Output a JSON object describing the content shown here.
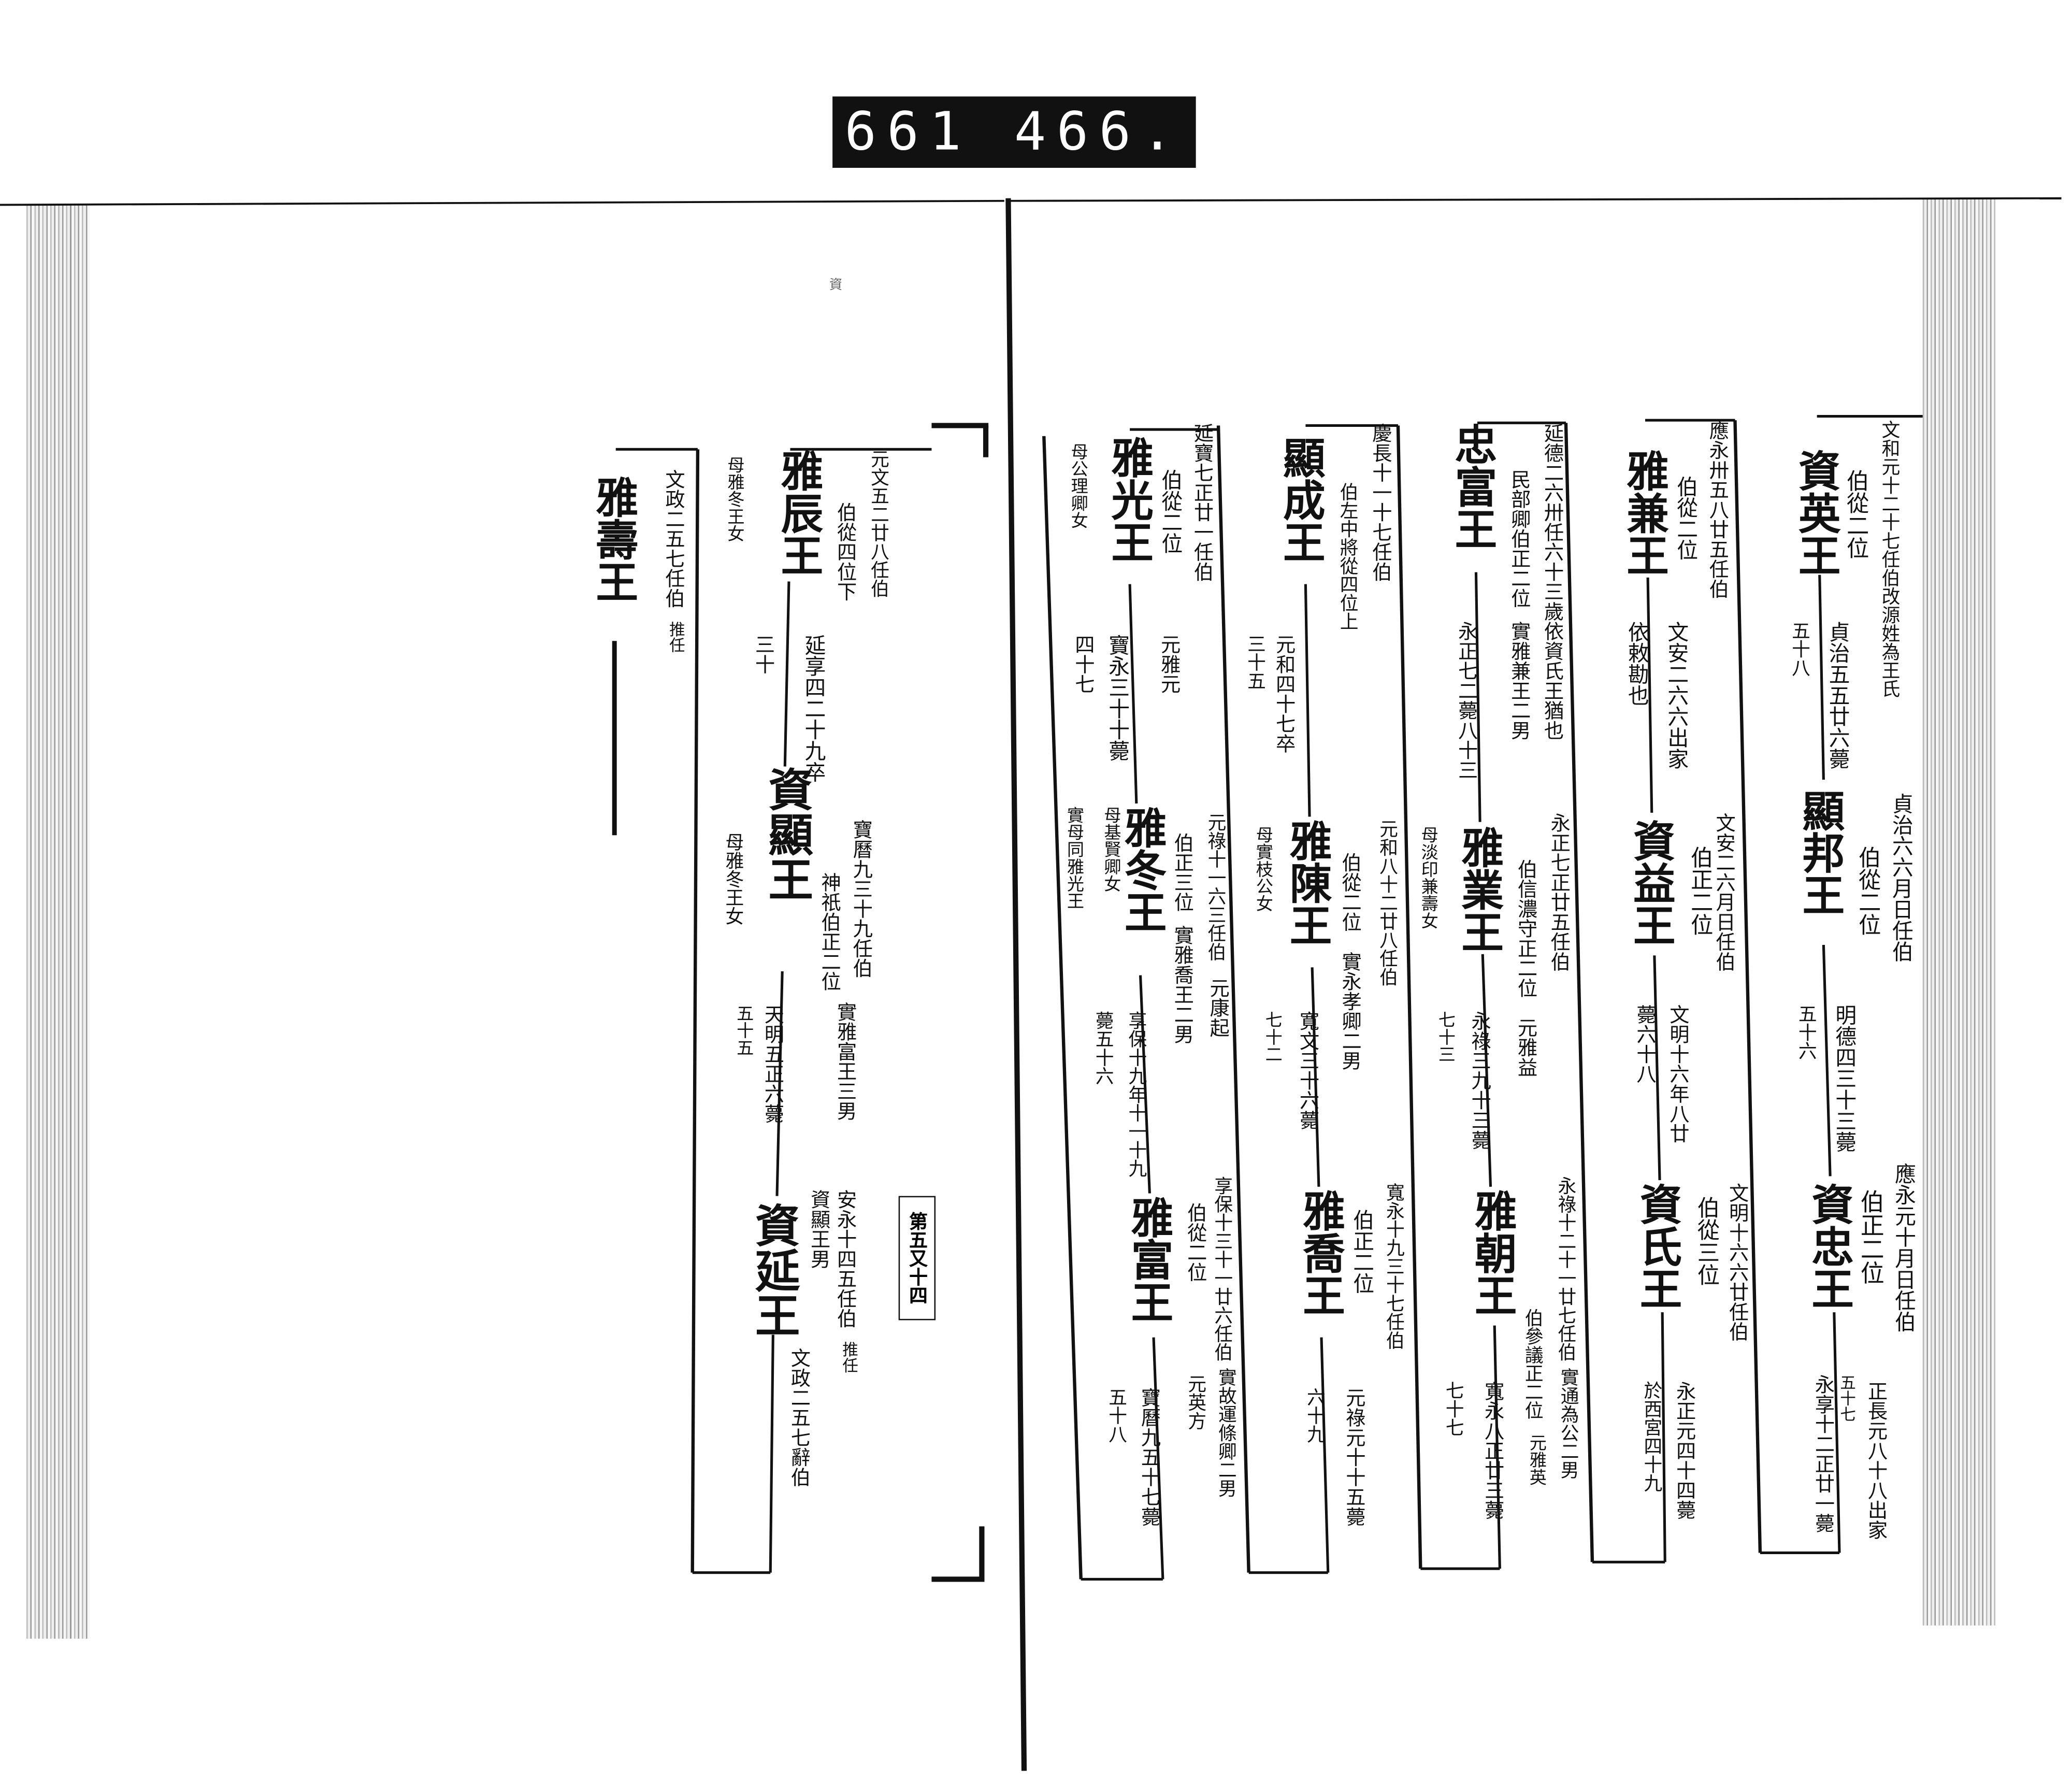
{
  "header_label": "661 466.",
  "stamp_mark": "資",
  "page_marker": "第五又十四",
  "persons": [
    {
      "name": "資英王",
      "notes": [
        "文和元十二十七任伯改源姓為王氏",
        "伯從二位",
        "貞治五五廿六薨",
        "五十八"
      ]
    },
    {
      "name": "顯邦王",
      "notes": [
        "貞治六六月日任伯",
        "伯從二位",
        "明德四三十三薨",
        "五十六"
      ]
    },
    {
      "name": "資忠王",
      "notes": [
        "應永元十月日任伯",
        "伯正二位",
        "正長元八十八出家",
        "五十七",
        "永享十二正廿一薨"
      ]
    },
    {
      "name": "雅兼王",
      "notes": [
        "應永卅五八廿五任伯",
        "伯從二位",
        "文安二六六出家",
        "依敕勘也"
      ]
    },
    {
      "name": "資益王",
      "notes": [
        "文安二六月日任伯",
        "伯正二位",
        "文明十六年八廿",
        "薨六十八"
      ]
    },
    {
      "name": "資氏王",
      "notes": [
        "文明十六六廿任伯",
        "伯從三位",
        "永正元四十四薨",
        "於西宮四十九"
      ]
    },
    {
      "name": "忠富王",
      "notes": [
        "延德二六卅任六十三歲依資氏王猶也",
        "民部卿伯正二位",
        "實雅兼王二男",
        "永正七二薨八十三"
      ]
    },
    {
      "name": "雅業王",
      "notes": [
        "永正七正廿五任伯",
        "伯信濃守正二位",
        "元雅益",
        "永祿三九十三薨",
        "七十三",
        "母淡印兼壽女"
      ]
    },
    {
      "name": "雅朝王",
      "notes": [
        "永祿十二十一廿七任伯",
        "實通為公二男",
        "伯參議正二位",
        "元雅英",
        "寬永八正廿三薨",
        "七十七"
      ]
    },
    {
      "name": "顯成王",
      "notes": [
        "慶長十一十七任伯",
        "伯左中將從四位上",
        "元和四十七卒",
        "三十五"
      ]
    },
    {
      "name": "雅陳王",
      "notes": [
        "元和八十二廿八任伯",
        "伯從二位",
        "實永孝卿二男",
        "寬文三十六薨",
        "七十二",
        "母實枝公女"
      ]
    },
    {
      "name": "雅喬王",
      "notes": [
        "寬永十九三十七任伯",
        "伯正二位",
        "元祿元十十五薨",
        "六十九"
      ]
    },
    {
      "name": "雅光王",
      "notes": [
        "延寶七正廿一任伯",
        "伯從二位",
        "元雅元",
        "寶永三十十薨",
        "四十七",
        "母公理卿女"
      ]
    },
    {
      "name": "雅冬王",
      "notes": [
        "元祿十一六三任伯",
        "元康起",
        "伯正三位",
        "實雅喬王二男",
        "享保十九年十一十九",
        "薨五十六",
        "母基賢卿女",
        "實母同雅光王"
      ]
    },
    {
      "name": "雅富王",
      "notes": [
        "享保十三十一廿六任伯",
        "實故運條卿二男",
        "伯從二位",
        "元英方",
        "寶曆九五十七薨",
        "五十八"
      ]
    },
    {
      "name": "雅辰王",
      "notes": [
        "元文五二廿八任伯",
        "伯從四位下",
        "延享四二十九卒",
        "三十",
        "母雅冬王女"
      ]
    },
    {
      "name": "資顯王",
      "notes": [
        "寶曆九三十九任伯",
        "實雅富王三男",
        "神祇伯正二位",
        "天明五正六薨",
        "五十五",
        "母雅冬王女"
      ]
    },
    {
      "name": "資延王",
      "notes": [
        "安永十四五任伯",
        "推任",
        "資顯王男",
        "文政二五七辭伯"
      ]
    },
    {
      "name": "雅壽王",
      "notes": [
        "文政二五七任伯",
        "推任"
      ]
    }
  ]
}
